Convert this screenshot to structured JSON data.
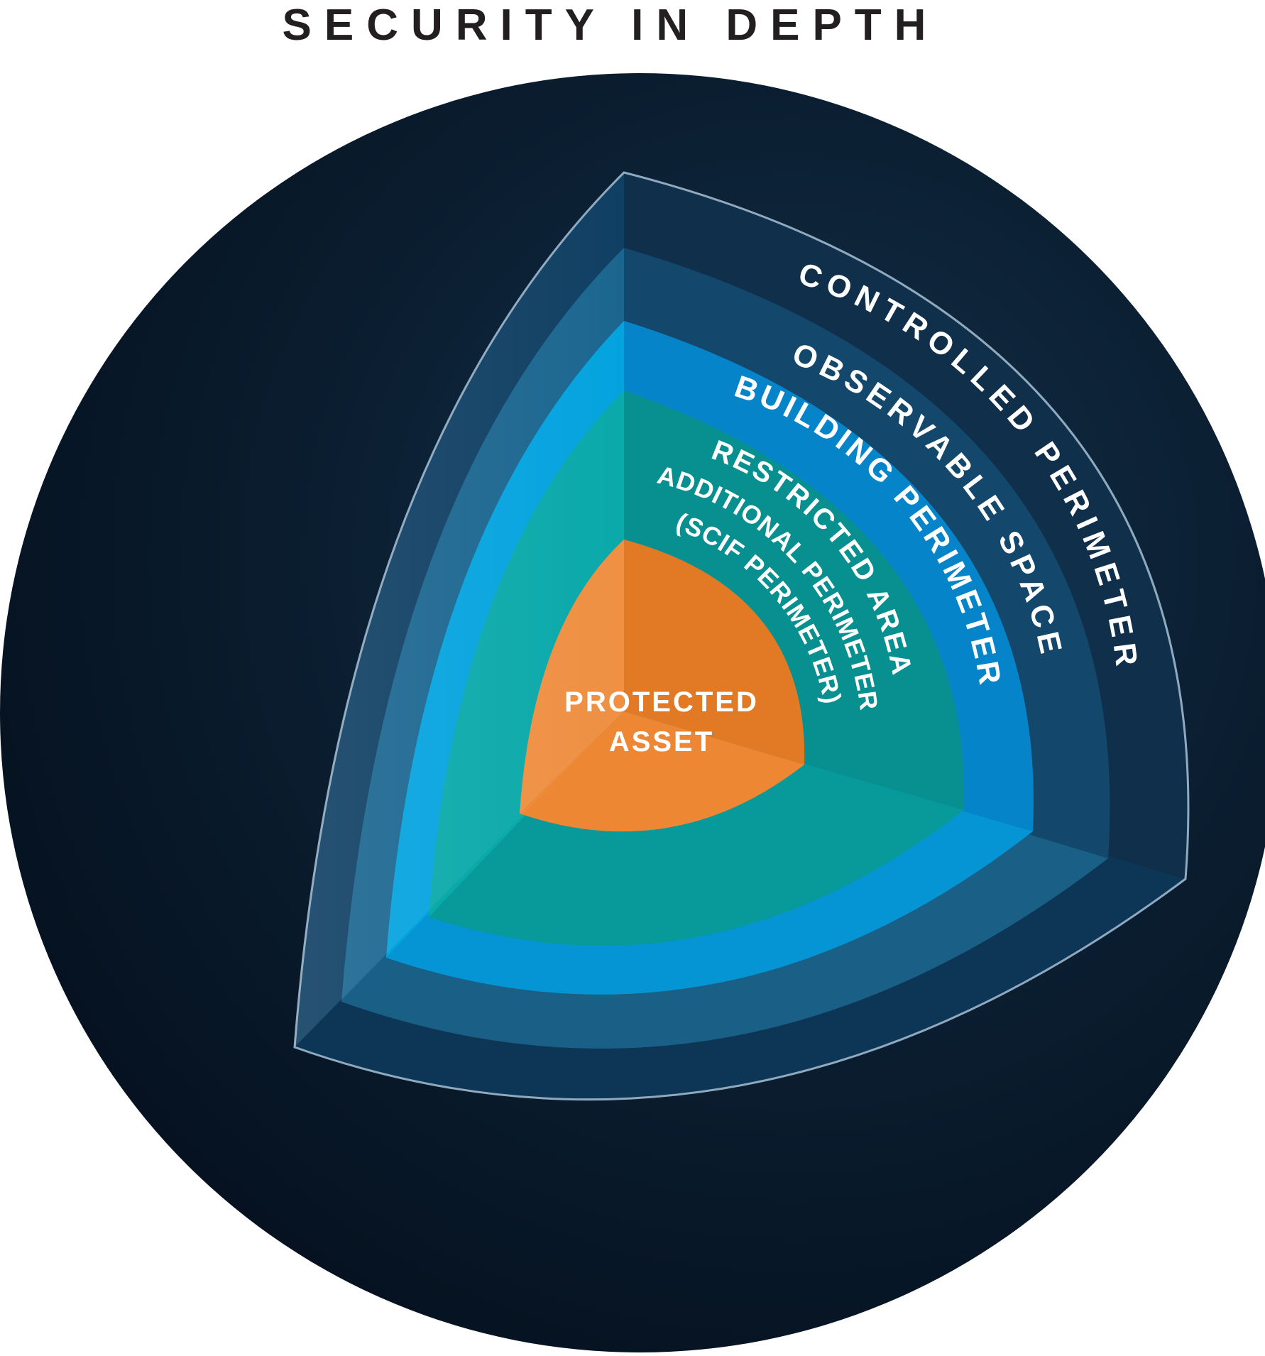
{
  "title": "SECURITY IN DEPTH",
  "layers": [
    {
      "label": "CONTROLLED PERIMETER",
      "color": "#0f3552"
    },
    {
      "label": "OBSERVABLE SPACE",
      "color": "#1f6085"
    },
    {
      "label": "BUILDING PERIMETER",
      "color": "#0095d4"
    },
    {
      "label": "RESTRICTED AREA",
      "color": "#07999a"
    },
    {
      "label": "ADDITIONAL PERIMETER",
      "color": "#07999a"
    },
    {
      "label": "(SCIF PERIMETER)",
      "color": "#07999a"
    }
  ],
  "core": {
    "line1": "PROTECTED",
    "line2": "ASSET",
    "color": "#ec8430"
  },
  "sphere_color": "#0b1c2e"
}
